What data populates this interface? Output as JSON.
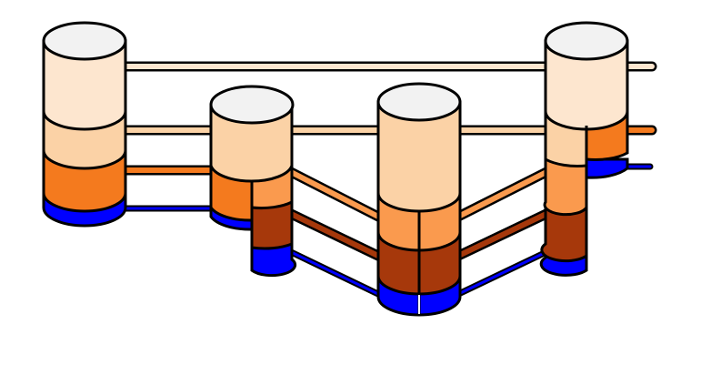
{
  "diagram": {
    "colors": {
      "cap": "#f2f2f2",
      "layer_1": "#fde6cf",
      "layer_2": "#fbd2a6",
      "layer_3": "#f47a1e",
      "layer_3b": "#fa9a4e",
      "layer_4": "#a6380b",
      "base": "#0000ff",
      "outline": "#000000"
    },
    "cylinders": [
      {
        "id": "left-tall",
        "layers": [
          "layer_1",
          "layer_2",
          "layer_3",
          "base"
        ]
      },
      {
        "id": "second",
        "layers": [
          "layer_2",
          "layer_3",
          "layer_4",
          "base"
        ]
      },
      {
        "id": "center",
        "layers": [
          "layer_2",
          "layer_3b",
          "layer_4",
          "base"
        ]
      },
      {
        "id": "right",
        "layers": [
          "layer_1",
          "layer_3",
          "layer_4",
          "base"
        ]
      }
    ],
    "pipes": [
      {
        "id": "top-beige",
        "color": "layer_1"
      },
      {
        "id": "mid-peach-left",
        "color": "layer_2"
      },
      {
        "id": "mid-peach-center",
        "color": "layer_2"
      },
      {
        "id": "orange-left",
        "color": "layer_3"
      },
      {
        "id": "orange-right",
        "color": "layer_3"
      },
      {
        "id": "brown",
        "color": "layer_4"
      },
      {
        "id": "blue",
        "color": "base"
      }
    ]
  }
}
